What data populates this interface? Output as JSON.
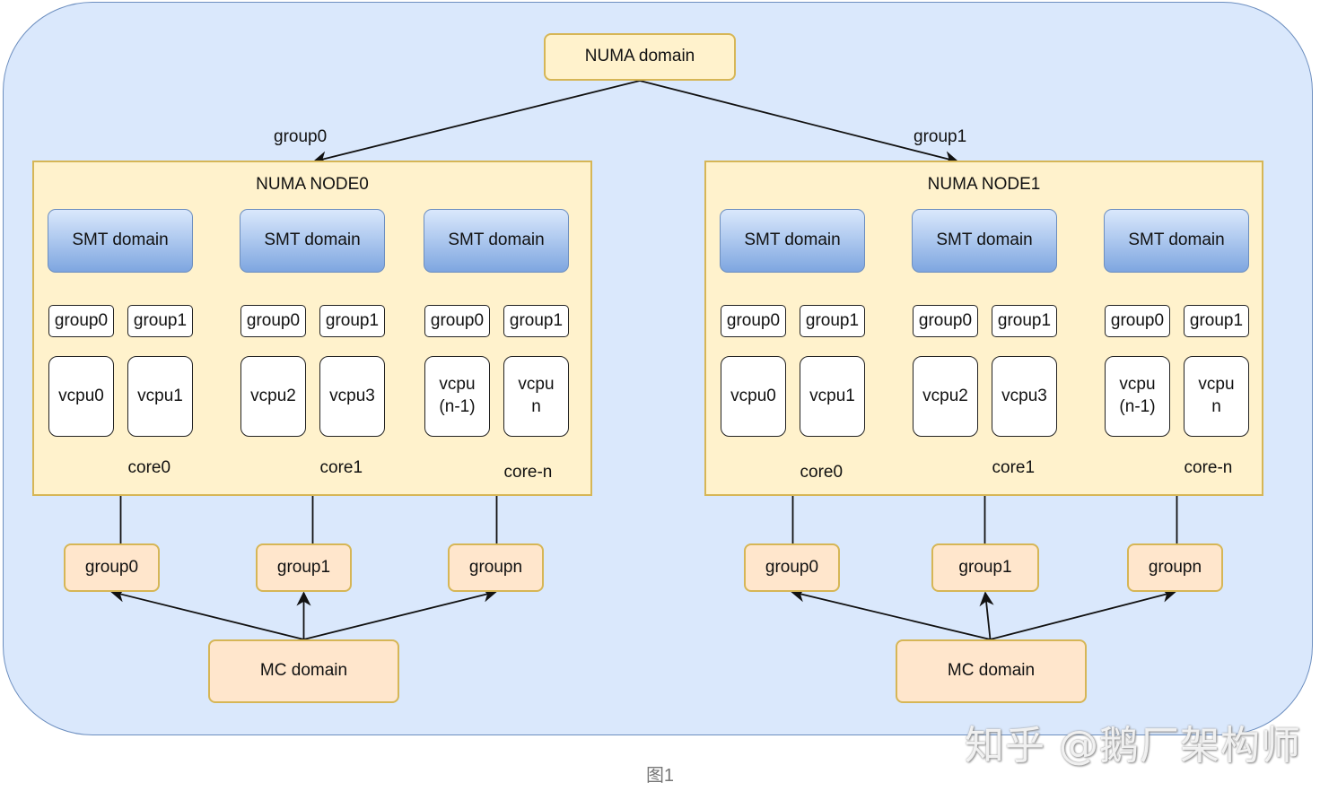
{
  "diagram": {
    "root": {
      "label": "NUMA domain"
    },
    "root_edges": [
      {
        "label": "group0"
      },
      {
        "label": "group1"
      }
    ],
    "nodes": [
      {
        "title": "NUMA NODE0",
        "smt_label": "SMT domain",
        "cores": [
          {
            "groups": [
              "group0",
              "group1"
            ],
            "vcpus": [
              "vcpu0",
              "vcpu1"
            ],
            "core_label": "core0"
          },
          {
            "groups": [
              "group0",
              "group1"
            ],
            "vcpus": [
              "vcpu2",
              "vcpu3"
            ],
            "core_label": "core1"
          },
          {
            "groups": [
              "group0",
              "group1"
            ],
            "vcpus": [
              "vcpu\n(n-1)",
              "vcpu\nn"
            ],
            "core_label": "core-n"
          }
        ],
        "mc_groups": [
          "group0",
          "group1",
          "groupn"
        ],
        "mc_label": "MC domain"
      },
      {
        "title": "NUMA NODE1",
        "smt_label": "SMT domain",
        "cores": [
          {
            "groups": [
              "group0",
              "group1"
            ],
            "vcpus": [
              "vcpu0",
              "vcpu1"
            ],
            "core_label": "core0"
          },
          {
            "groups": [
              "group0",
              "group1"
            ],
            "vcpus": [
              "vcpu2",
              "vcpu3"
            ],
            "core_label": "core1"
          },
          {
            "groups": [
              "group0",
              "group1"
            ],
            "vcpus": [
              "vcpu\n(n-1)",
              "vcpu\nn"
            ],
            "core_label": "core-n"
          }
        ],
        "mc_groups": [
          "group0",
          "group1",
          "groupn"
        ],
        "mc_label": "MC domain"
      }
    ],
    "caption": "图1",
    "watermark": "知乎 @鹅厂架构师",
    "colors": {
      "outer_fill": "#dae8fc",
      "outer_stroke": "#6c8ebf",
      "node_fill": "#fff2cc",
      "node_stroke": "#d6b656",
      "mc_fill": "#ffe6cc",
      "smt_gradient_top": "#dae8fc",
      "smt_gradient_bottom": "#7ea6e0"
    }
  }
}
